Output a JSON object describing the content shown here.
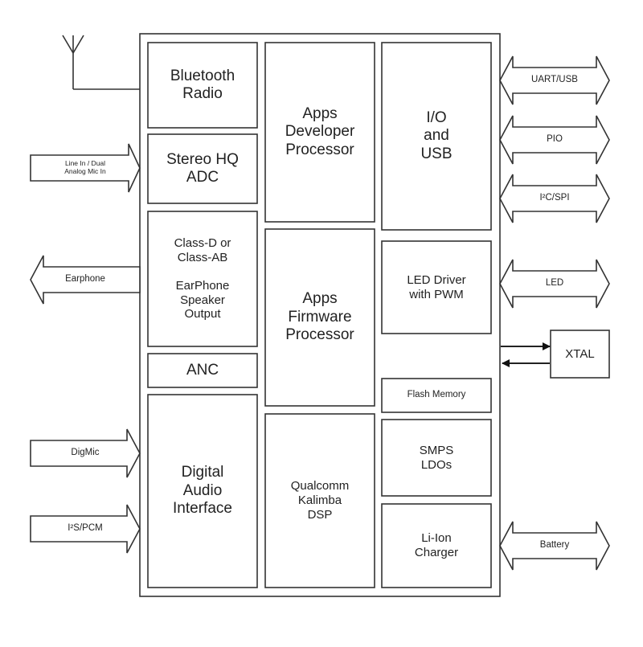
{
  "colors": {
    "line": "#333333",
    "arrow_fill": "#ffffff",
    "background": "#ffffff"
  },
  "chip_blocks": {
    "bluetooth_radio": "Bluetooth\nRadio",
    "stereo_adc": "Stereo HQ\nADC",
    "class_d_output": "Class-D or\nClass-AB\n\nEarPhone\nSpeaker\nOutput",
    "anc": "ANC",
    "digital_audio_interface": "Digital\nAudio\nInterface",
    "apps_developer_processor": "Apps\nDeveloper\nProcessor",
    "apps_firmware_processor": "Apps\nFirmware\nProcessor",
    "kalimba_dsp": "Qualcomm\nKalimba\nDSP",
    "io_usb": "I/O\nand\nUSB",
    "led_driver": "LED Driver\nwith PWM",
    "flash_memory": "Flash Memory",
    "smps_ldos": "SMPS\nLDOs",
    "liion_charger": "Li-Ion\nCharger"
  },
  "external": {
    "xtal": "XTAL"
  },
  "left_signals": {
    "line_in": "Line In / Dual\nAnalog Mic In",
    "earphone": "Earphone",
    "digmic": "DigMic",
    "i2s_pcm": "I²S/PCM"
  },
  "right_signals": {
    "uart_usb": "UART/USB",
    "pio": "PIO",
    "i2c_spi": "I²C/SPI",
    "led": "LED",
    "battery": "Battery"
  },
  "icons": {
    "antenna": "antenna-icon"
  }
}
